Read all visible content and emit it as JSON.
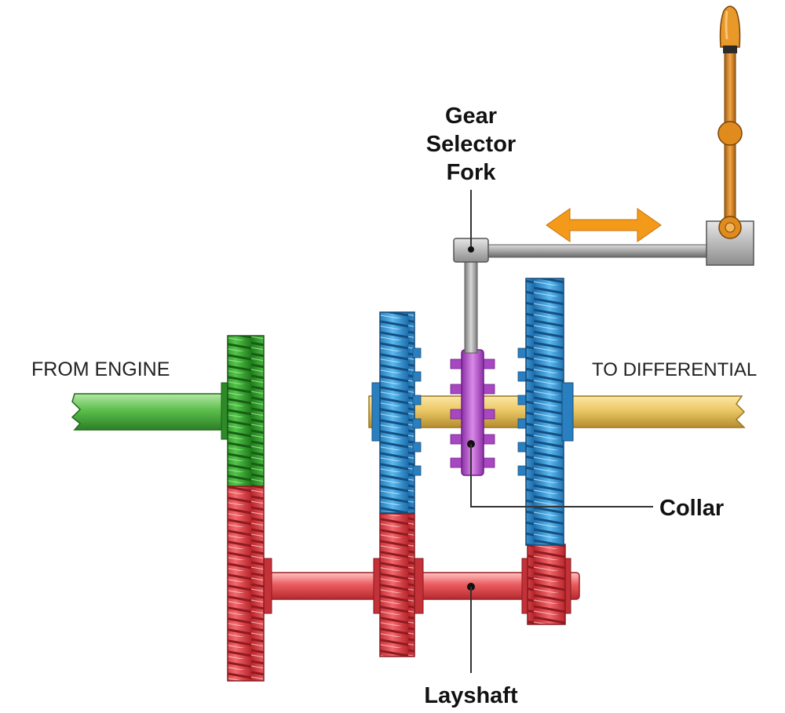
{
  "labels": {
    "from_engine": "FROM ENGINE",
    "to_differential": "TO DIFFERENTIAL",
    "fork_line1": "Gear",
    "fork_line2": "Selector",
    "fork_line3": "Fork",
    "collar": "Collar",
    "layshaft": "Layshaft"
  },
  "colors": {
    "input_shaft": "#3fa63c",
    "input_gear": "#2f9a2a",
    "layshaft": "#e0474b",
    "output_shaft": "#e7c35f",
    "output_gears": "#3a9ad6",
    "collar": "#b054c8",
    "lever": "#d98a1e",
    "arrow": "#f39a1a",
    "rod": "#9a9a9a"
  },
  "icons": {
    "direction_arrow": "double-headed-arrow-icon",
    "gear_knob": "gear-knob-icon"
  }
}
